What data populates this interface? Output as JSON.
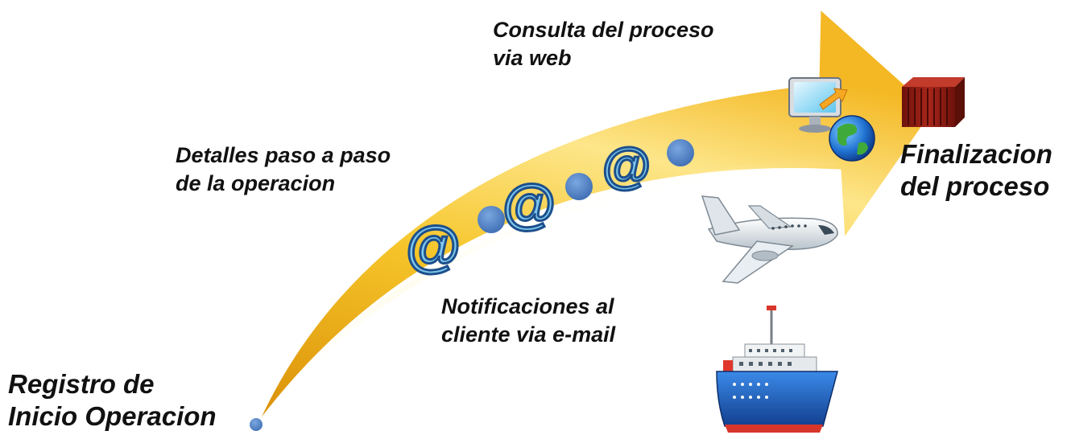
{
  "labels": {
    "start": [
      "Registro de",
      "Inicio Operacion"
    ],
    "details": [
      "Detalles paso a paso",
      "de la operacion"
    ],
    "web": [
      "Consulta del proceso",
      "via web"
    ],
    "notifications": [
      "Notificaciones al",
      "cliente via e-mail"
    ],
    "end": [
      "Finalizacion",
      "del proceso"
    ]
  },
  "icons": {
    "email_markers": [
      "at-sign-icon",
      "dot-icon",
      "at-sign-icon",
      "dot-icon",
      "at-sign-icon",
      "dot-icon"
    ],
    "web": "computer-globe-icon",
    "air": "airplane-icon",
    "sea": "ship-icon",
    "end": "container-icon"
  },
  "colors": {
    "arrow_light": "#fff3b0",
    "arrow_mid": "#f6c52a",
    "arrow_dark": "#d98e06",
    "marker_blue": "#4f7fc4",
    "at_blue": "#7fc8ee",
    "container": "#8c1a12",
    "ship_hull": "#1f63c9"
  }
}
